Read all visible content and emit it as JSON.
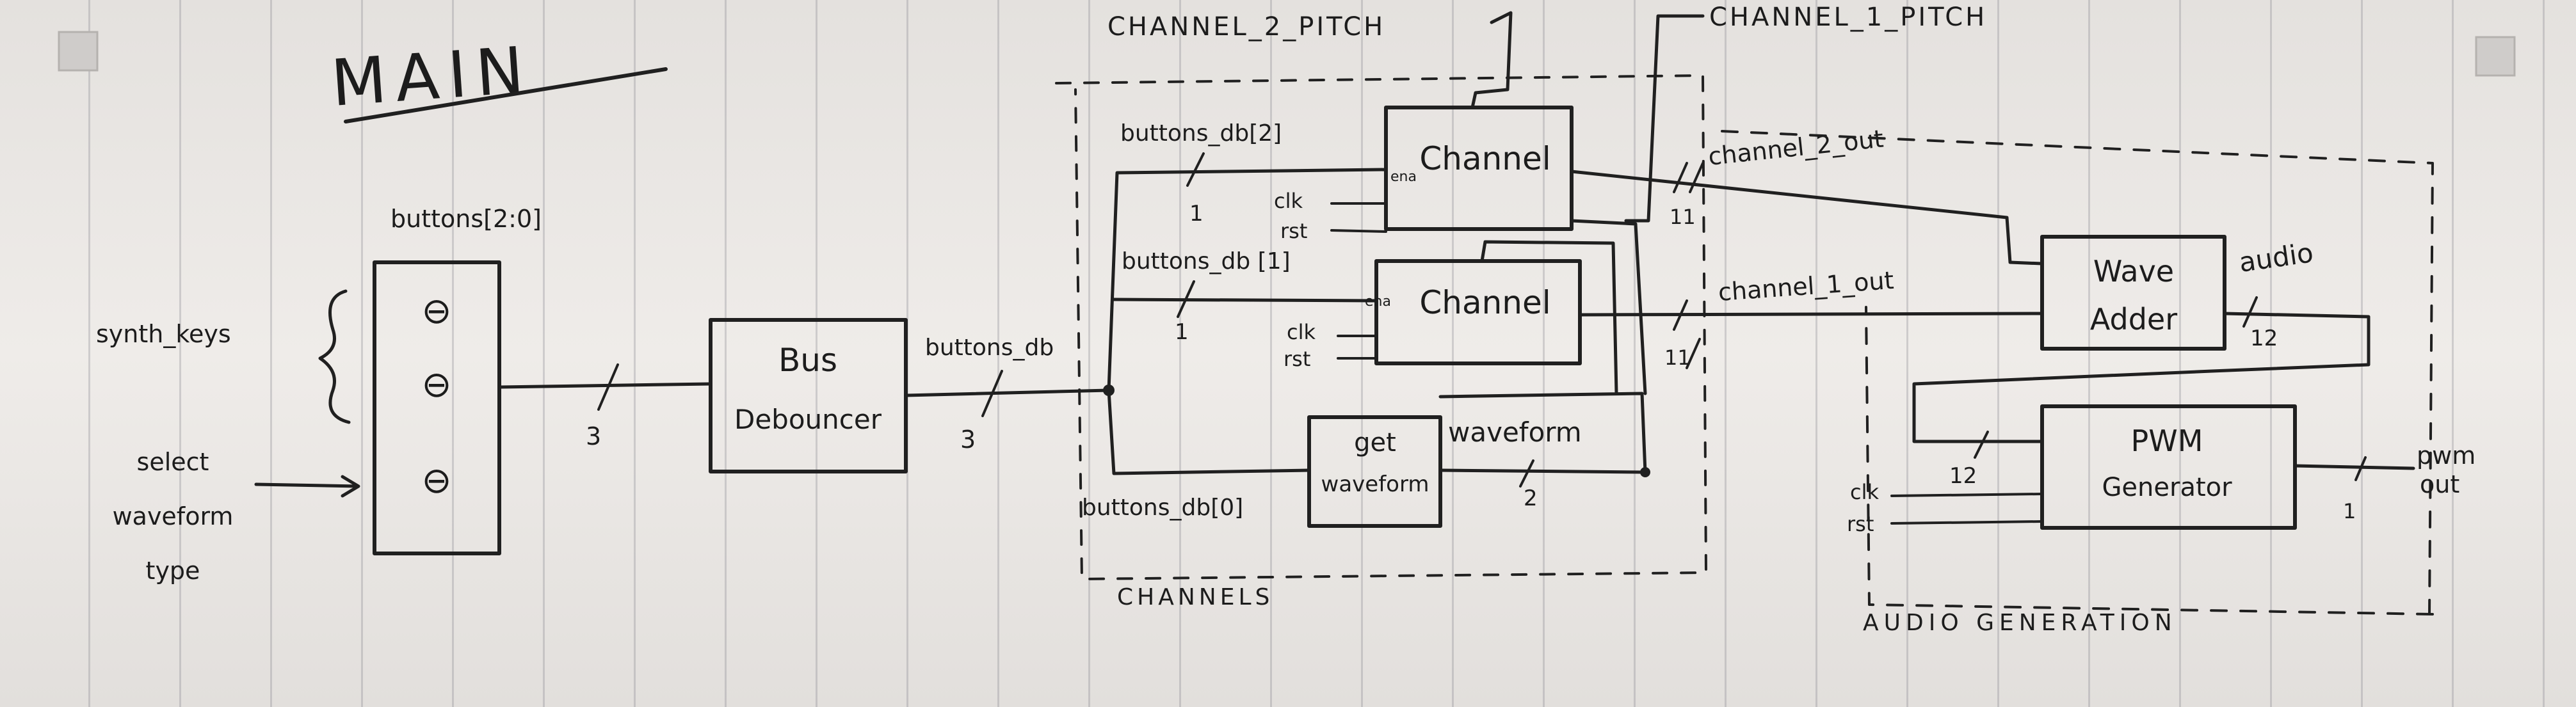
{
  "title": "MAIN",
  "inputs": {
    "synth_keys": "synth_keys",
    "select_l1": "select",
    "select_l2": "waveform",
    "select_l3": "type",
    "buttons_bus": "buttons[2:0]"
  },
  "buttons_glyphs": [
    "⊖",
    "⊖",
    "⊖"
  ],
  "blocks": {
    "bus_l1": "Bus",
    "bus_l2": "Debouncer",
    "channel_top": "Channel",
    "channel_bot": "Channel",
    "get_l1": "get",
    "get_l2": "waveform",
    "wave_l1": "Wave",
    "wave_l2": "Adder",
    "pwm_l1": "PWM",
    "pwm_l2": "Generator"
  },
  "signals": {
    "buttons_db": "buttons_db",
    "width3_a": "3",
    "width3_b": "3",
    "buttons_db_2": "buttons_db[2]",
    "buttons_db_1": "buttons_db [1]",
    "buttons_db_0": "buttons_db[0]",
    "one_a": "1",
    "one_b": "1",
    "en_top": "ena",
    "en_bot": "ena",
    "clk_top": "clk",
    "rst_top": "rst",
    "clk_bot": "clk",
    "rst_bot": "rst",
    "clk_pwm": "clk",
    "rst_pwm": "rst",
    "waveform": "waveform",
    "width2": "2",
    "ch2_pitch": "CHANNEL_2_PITCH",
    "ch1_pitch": "CHANNEL_1_PITCH",
    "ch2_out": "channel_2_out",
    "ch1_out": "channel_1_out",
    "width11_a": "11",
    "width11_b": "11",
    "audio": "audio",
    "width12_a": "12",
    "width12_b": "12",
    "pwm_out_l1": "pwm",
    "pwm_out_l2": "out",
    "width1": "1"
  },
  "groups": {
    "channels": "CHANNELS",
    "audio_gen": "AUDIO GENERATION"
  }
}
